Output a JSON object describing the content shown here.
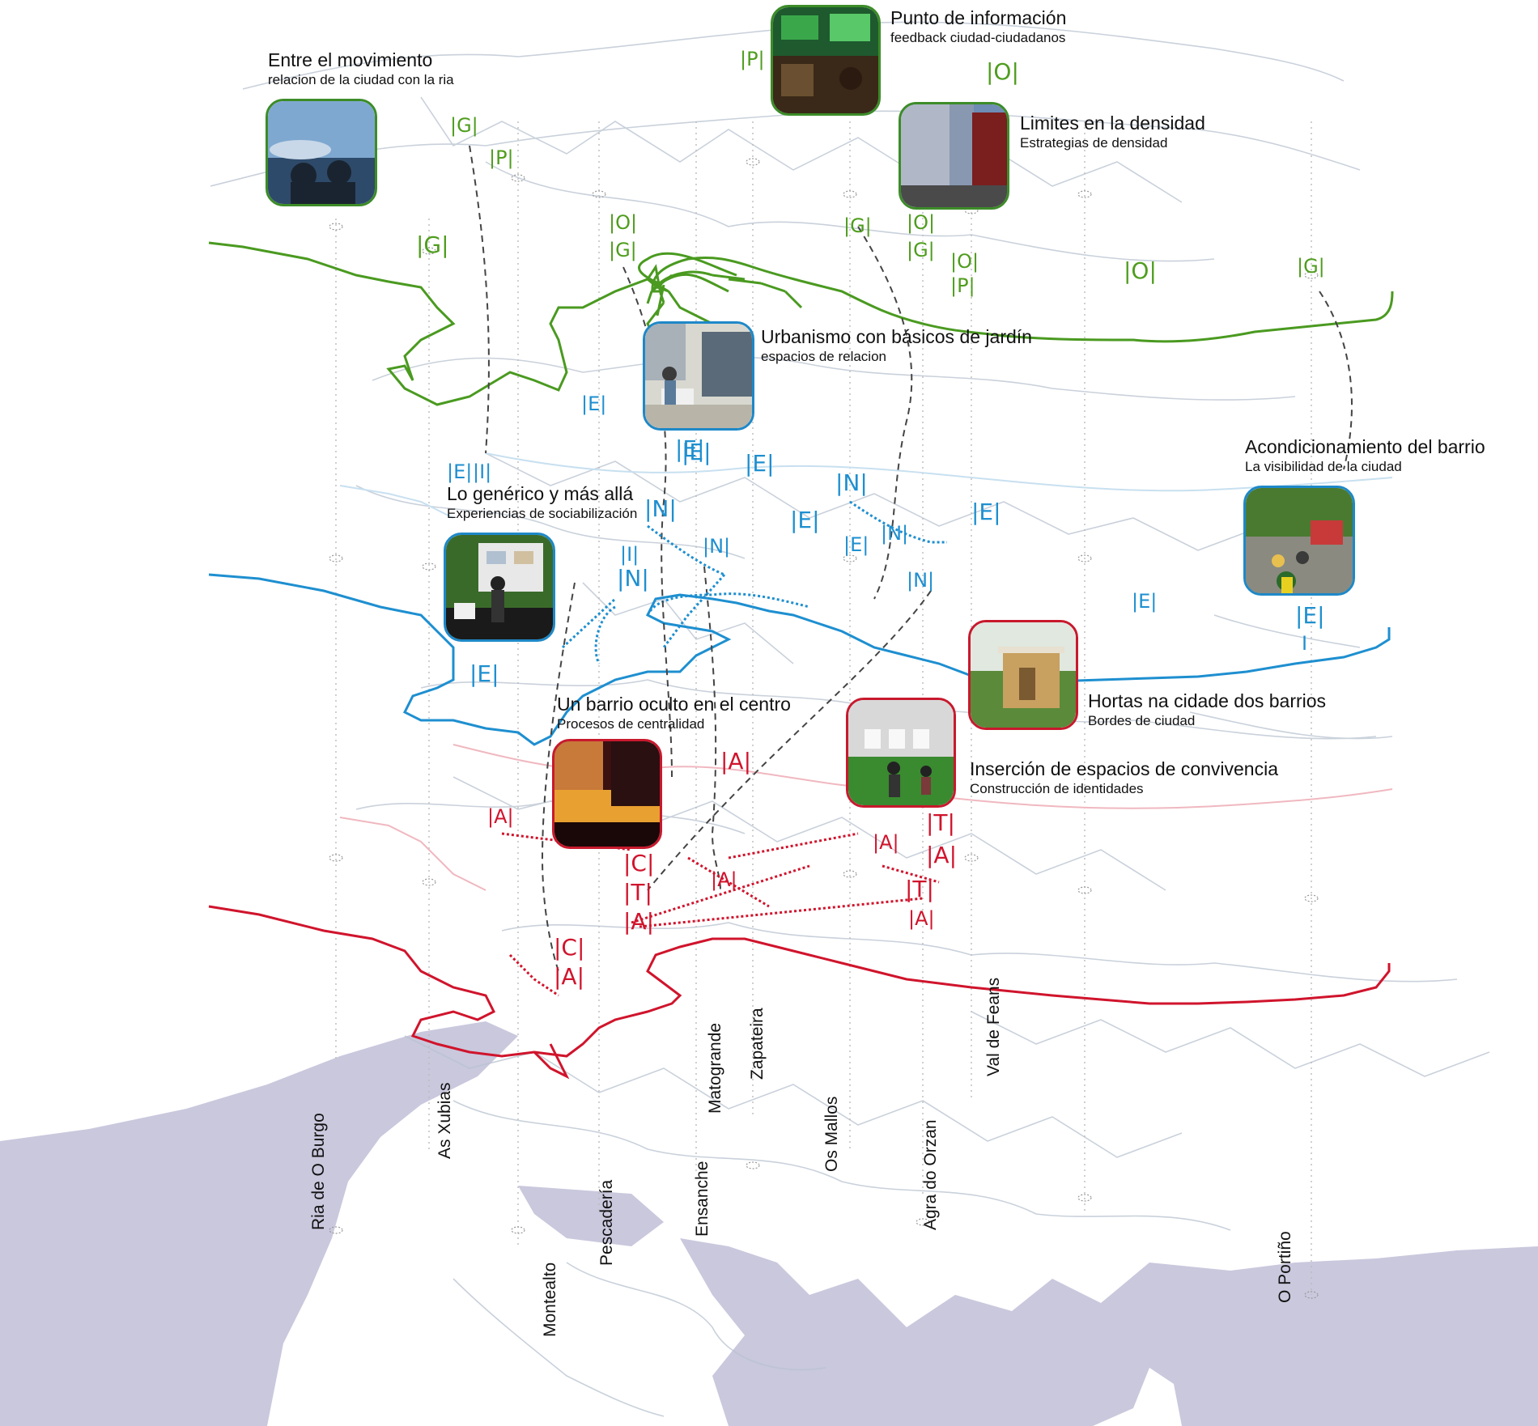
{
  "cards": [
    {
      "title": "Entre el movimiento",
      "subtitle": "relacion de la ciudad con la ria",
      "photo": "people-by-river-photo",
      "colors": [
        "#7fa8d0",
        "#1a2430"
      ]
    },
    {
      "title": "Punto de información",
      "subtitle": "feedback ciudad-ciudadanos",
      "photo": "info-kiosk-photo",
      "colors": [
        "#1e5a2e",
        "#3a2818"
      ]
    },
    {
      "title": "Limites en la densidad",
      "subtitle": "Estrategias de densidad",
      "photo": "city-street-photo",
      "colors": [
        "#6e8cb4",
        "#7a1e1e"
      ]
    },
    {
      "title": "Urbanismo con básicos de jardín",
      "subtitle": "espacios de relacion",
      "photo": "garden-plaza-photo",
      "colors": [
        "#d8d8d0",
        "#5a6a78"
      ]
    },
    {
      "title": "Acondicionamiento del barrio",
      "subtitle": "La visibilidad de la ciudad",
      "photo": "neighborhood-party-photo",
      "colors": [
        "#4a7a30",
        "#c83a3a"
      ]
    },
    {
      "title": "Lo genérico y más allá",
      "subtitle": "Experiencias de sociabilización",
      "photo": "park-noticeboard-photo",
      "colors": [
        "#3a6a2a",
        "#1a1a1a"
      ]
    },
    {
      "title": "Hortas na cidade dos barrios",
      "subtitle": "Bordes de ciudad",
      "photo": "wooden-hut-photo",
      "colors": [
        "#5a8a3a",
        "#c8a060"
      ]
    },
    {
      "title": "Un barrio oculto en el centro",
      "subtitle": "Procesos de centralidad",
      "photo": "night-street-photo",
      "colors": [
        "#e8a030",
        "#3a1010"
      ]
    },
    {
      "title": "Inserción de espacios de convivencia",
      "subtitle": "Construcción de identidades",
      "photo": "exhibition-lawn-photo",
      "colors": [
        "#d8d8d8",
        "#3a8a30"
      ]
    }
  ],
  "codes": {
    "green": [
      "|G|",
      "|P|",
      "|P|",
      "|O|",
      "|O|",
      "|G|",
      "|G|",
      "|G|",
      "|O|",
      "|G|",
      "|O|",
      "|P|",
      "|O|",
      "|G|"
    ],
    "blue": [
      "|E|",
      "|E|",
      "|I|",
      "|E|",
      "|E|",
      "|N|",
      "|E|",
      "|N|",
      "|N|",
      "|E|",
      "|E|",
      "|I|",
      "|N|",
      "|N|",
      "|N|",
      "|E|",
      "|E|",
      "|E|",
      "|E|",
      "I"
    ],
    "red": [
      "|A|",
      "|A|",
      "|A|",
      "|T|",
      "|A|",
      "|C|",
      "|A|",
      "|T|",
      "|A|",
      "|T|",
      "|A|",
      "|C|",
      "|A|"
    ]
  },
  "neighborhoods": [
    "Ria de O Burgo",
    "As Xubias",
    "Montealto",
    "Pescadería",
    "Ensanche",
    "Matogrande",
    "Zapateira",
    "Os Mallos",
    "Agra do Orzan",
    "Val de Feans",
    "O Portiño"
  ],
  "colors": {
    "green": "#4f9d1e",
    "blue": "#1e8fd0",
    "red": "#d0142c",
    "water": "#c9c8dd",
    "street": "#b8c2cf"
  }
}
